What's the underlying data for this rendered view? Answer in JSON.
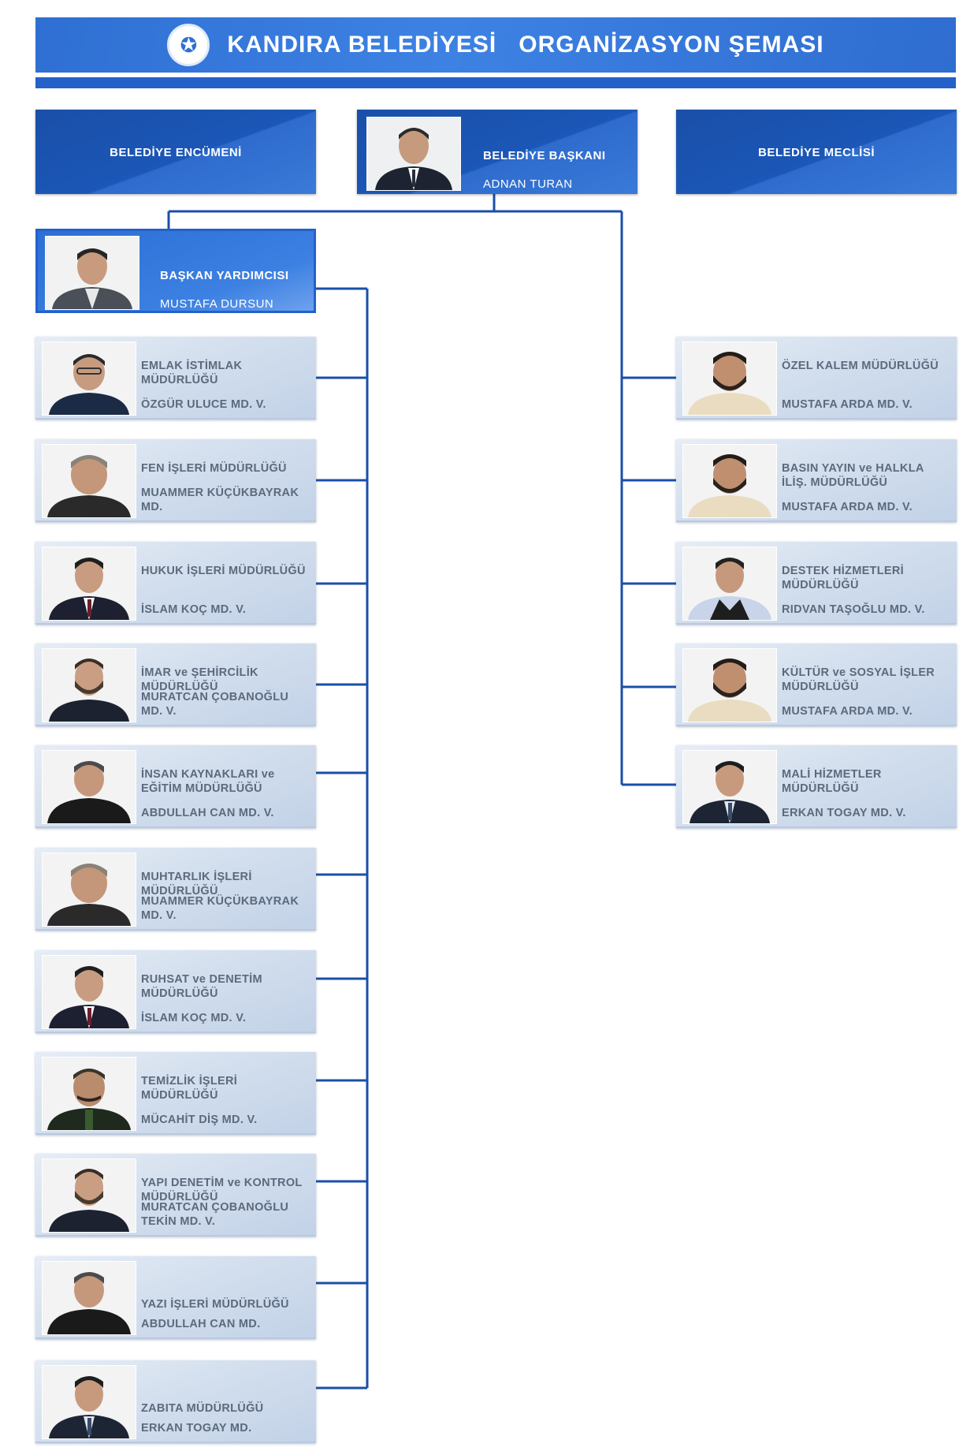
{
  "header": {
    "logo_icon": "municipality-seal-icon",
    "title": "KANDIRA BELEDİYESİ   ORGANİZASYON ŞEMASI"
  },
  "top": {
    "council_committee": "BELEDİYE ENCÜMENİ",
    "mayor_role": "BELEDİYE BAŞKANI",
    "mayor_name": "ADNAN TURAN",
    "municipal_council": "BELEDİYE MECLİSİ"
  },
  "deputy": {
    "role": "BAŞKAN YARDIMCISI",
    "name": "MUSTAFA DURSUN"
  },
  "left_units": [
    {
      "dept": "EMLAK İSTİMLAK MÜDÜRLÜĞÜ",
      "person": "ÖZGÜR ULUCE MD. V."
    },
    {
      "dept": "FEN İŞLERİ MÜDÜRLÜĞÜ",
      "person": "MUAMMER KÜÇÜKBAYRAK MD."
    },
    {
      "dept": "HUKUK İŞLERİ MÜDÜRLÜĞÜ",
      "person": "İSLAM KOÇ MD. V."
    },
    {
      "dept": "İMAR ve ŞEHİRCİLİK MÜDÜRLÜĞÜ",
      "person": "MURATCAN ÇOBANOĞLU MD. V."
    },
    {
      "dept": "İNSAN KAYNAKLARI ve EĞİTİM MÜDÜRLÜĞÜ",
      "person": "ABDULLAH CAN MD. V."
    },
    {
      "dept": "MUHTARLIK İŞLERİ MÜDÜRLÜĞÜ",
      "person": "MUAMMER KÜÇÜKBAYRAK MD. V."
    },
    {
      "dept": "RUHSAT ve DENETİM MÜDÜRLÜĞÜ",
      "person": "İSLAM KOÇ MD. V."
    },
    {
      "dept": "TEMİZLİK İŞLERİ MÜDÜRLÜĞÜ",
      "person": "MÜCAHİT DİŞ MD. V."
    },
    {
      "dept": "YAPI DENETİM ve KONTROL MÜDÜRLÜĞÜ",
      "person": "MURATCAN ÇOBANOĞLU TEKİN MD. V."
    },
    {
      "dept": "YAZI İŞLERİ MÜDÜRLÜĞÜ",
      "person": "ABDULLAH CAN MD."
    },
    {
      "dept": "ZABITA MÜDÜRLÜĞÜ",
      "person": "ERKAN TOGAY MD."
    }
  ],
  "right_units": [
    {
      "dept": "ÖZEL KALEM MÜDÜRLÜĞÜ",
      "person": "MUSTAFA ARDA MD. V."
    },
    {
      "dept": "BASIN YAYIN ve HALKLA İLİŞ. MÜDÜRLÜĞÜ",
      "person": "MUSTAFA ARDA MD. V."
    },
    {
      "dept": "DESTEK HİZMETLERİ MÜDÜRLÜĞÜ",
      "person": "RIDVAN TAŞOĞLU MD. V."
    },
    {
      "dept": "KÜLTÜR ve SOSYAL İŞLER MÜDÜRLÜĞÜ",
      "person": "MUSTAFA ARDA MD. V."
    },
    {
      "dept": "MALİ HİZMETLER MÜDÜRLÜĞÜ",
      "person": "ERKAN TOGAY MD. V."
    }
  ],
  "colors": {
    "header_blue": "#2f6fd3",
    "connector_blue": "#1a4fa8",
    "card_text": "#5b6a7c"
  }
}
